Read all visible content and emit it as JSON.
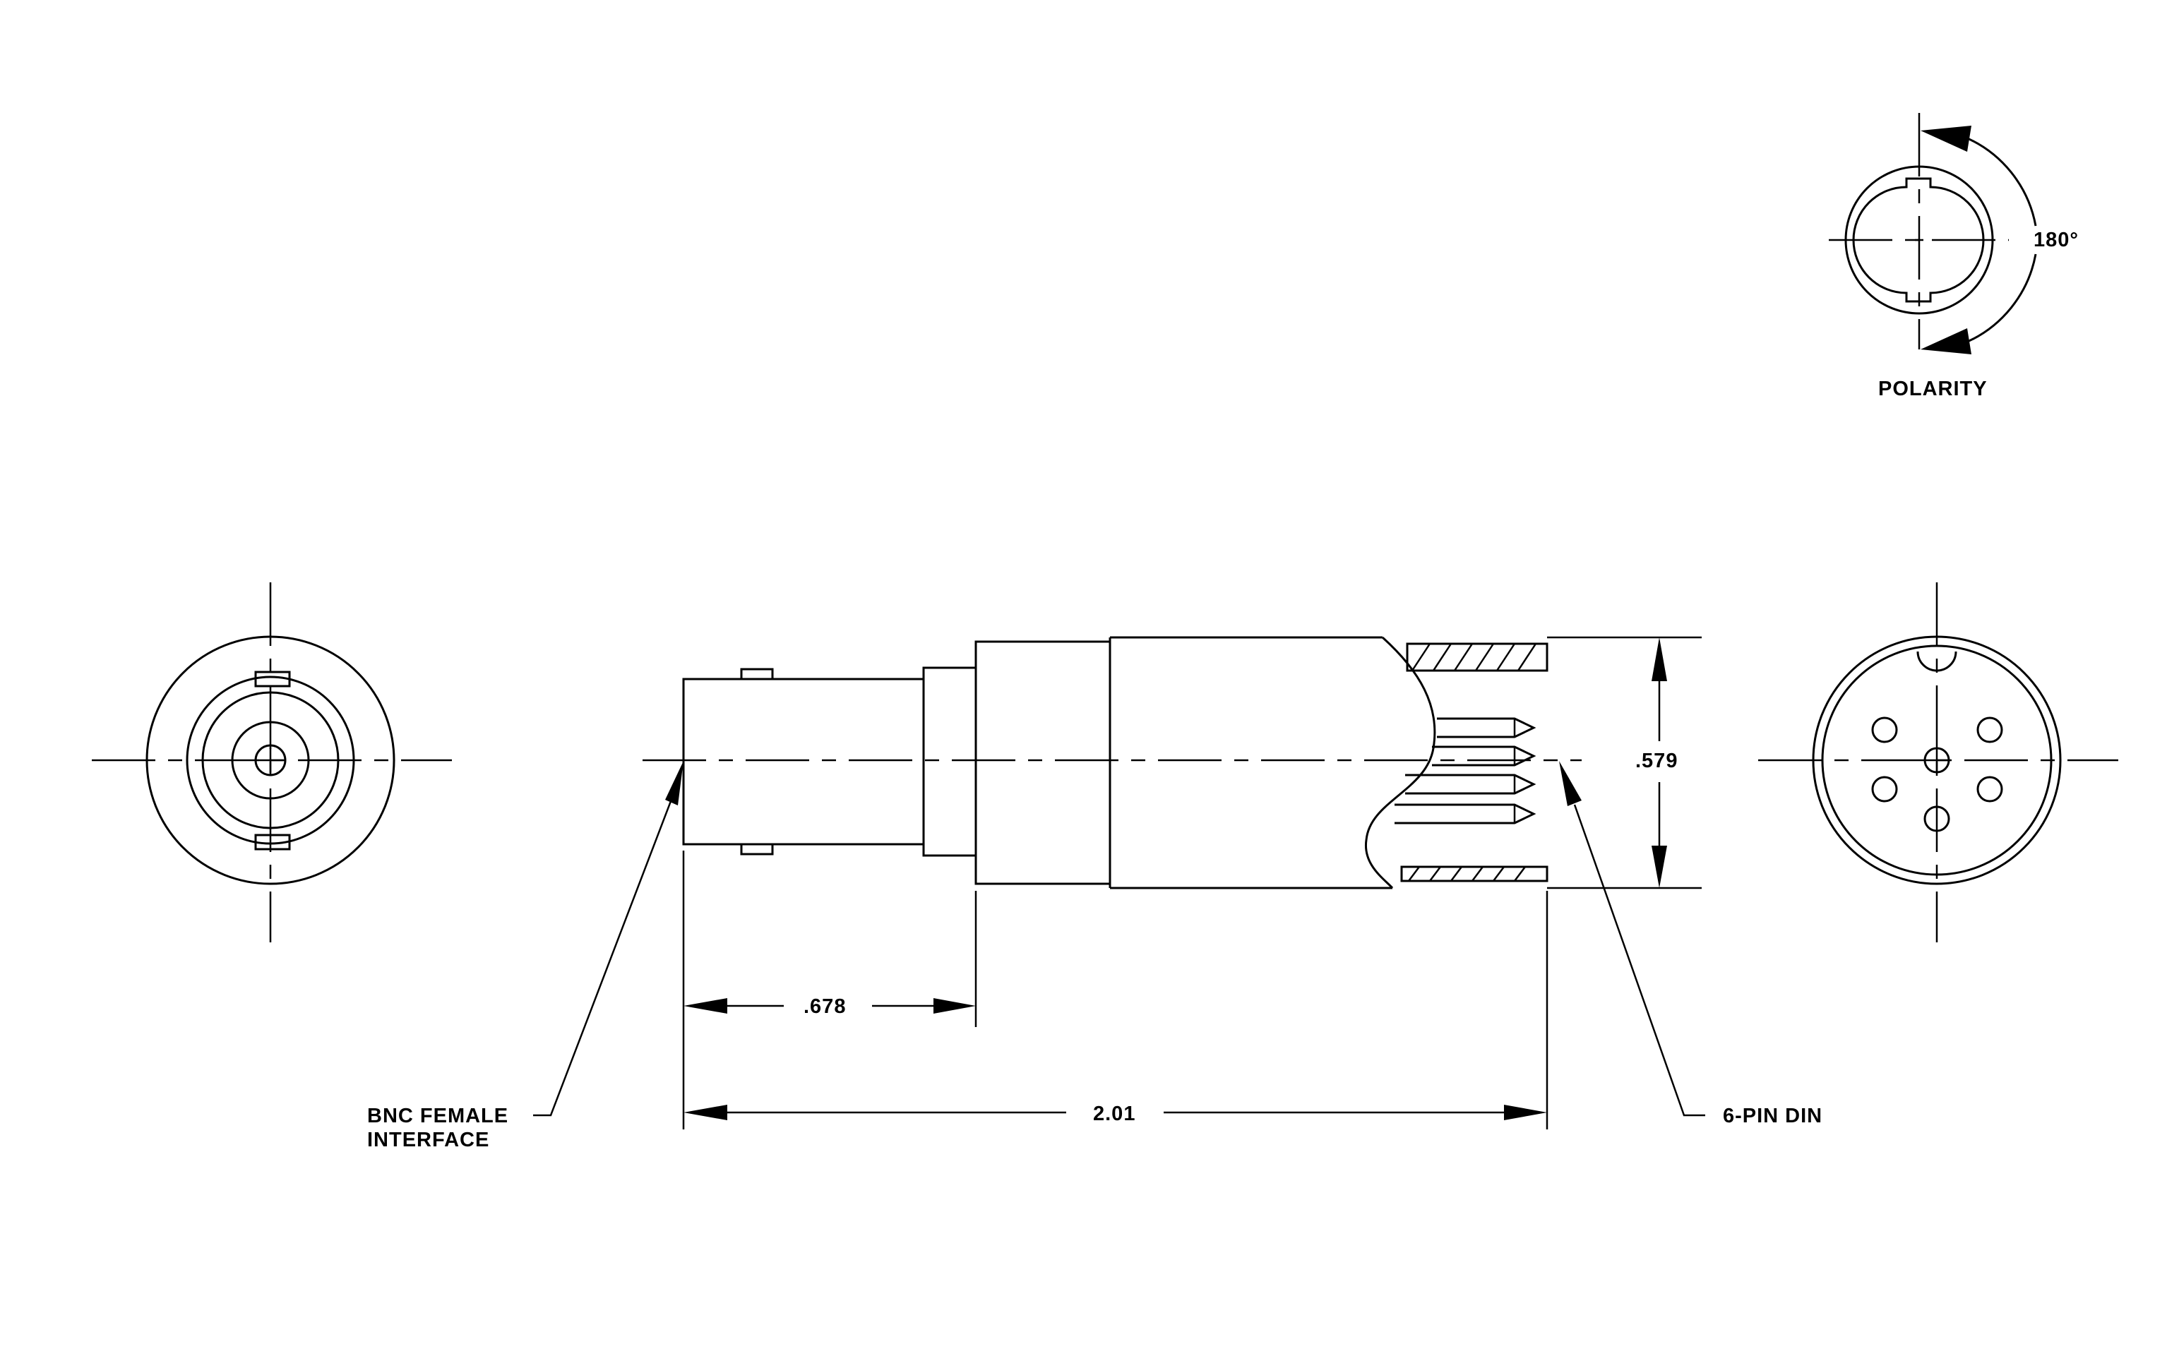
{
  "labels": {
    "polarity": "POLARITY",
    "angle": "180°",
    "height_dim": ".579",
    "short_dim": ".678",
    "length_dim": "2.01",
    "bnc_line1": "BNC FEMALE",
    "bnc_line2": "INTERFACE",
    "din": "6-PIN DIN"
  },
  "colors": {
    "line": "#000000",
    "background": "#ffffff"
  }
}
